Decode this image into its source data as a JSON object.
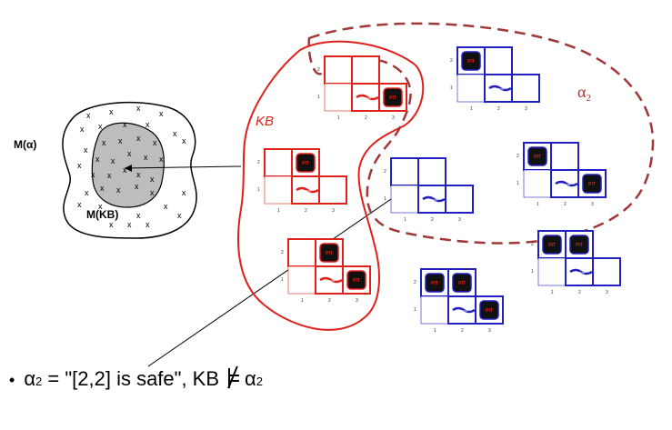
{
  "labels": {
    "m_alpha": "M(α)",
    "m_kb": "M(KB)",
    "kb": "KB",
    "alpha2_region": "α",
    "alpha2_region_sub": "2"
  },
  "caption": {
    "bullet": "•",
    "alpha": "α",
    "sub": "2",
    "text_mid": " = \"[2,2] is safe\", KB",
    "alpha_end": "α",
    "sub_end": "2"
  },
  "cell_text": {
    "pit": "PIT",
    "breeze": "Breeze"
  },
  "colors": {
    "red": "#e0201b",
    "blue": "#2020c0",
    "dashed": "#a03838",
    "pit_fill": "#111111",
    "gray": "#bdbdbd"
  }
}
